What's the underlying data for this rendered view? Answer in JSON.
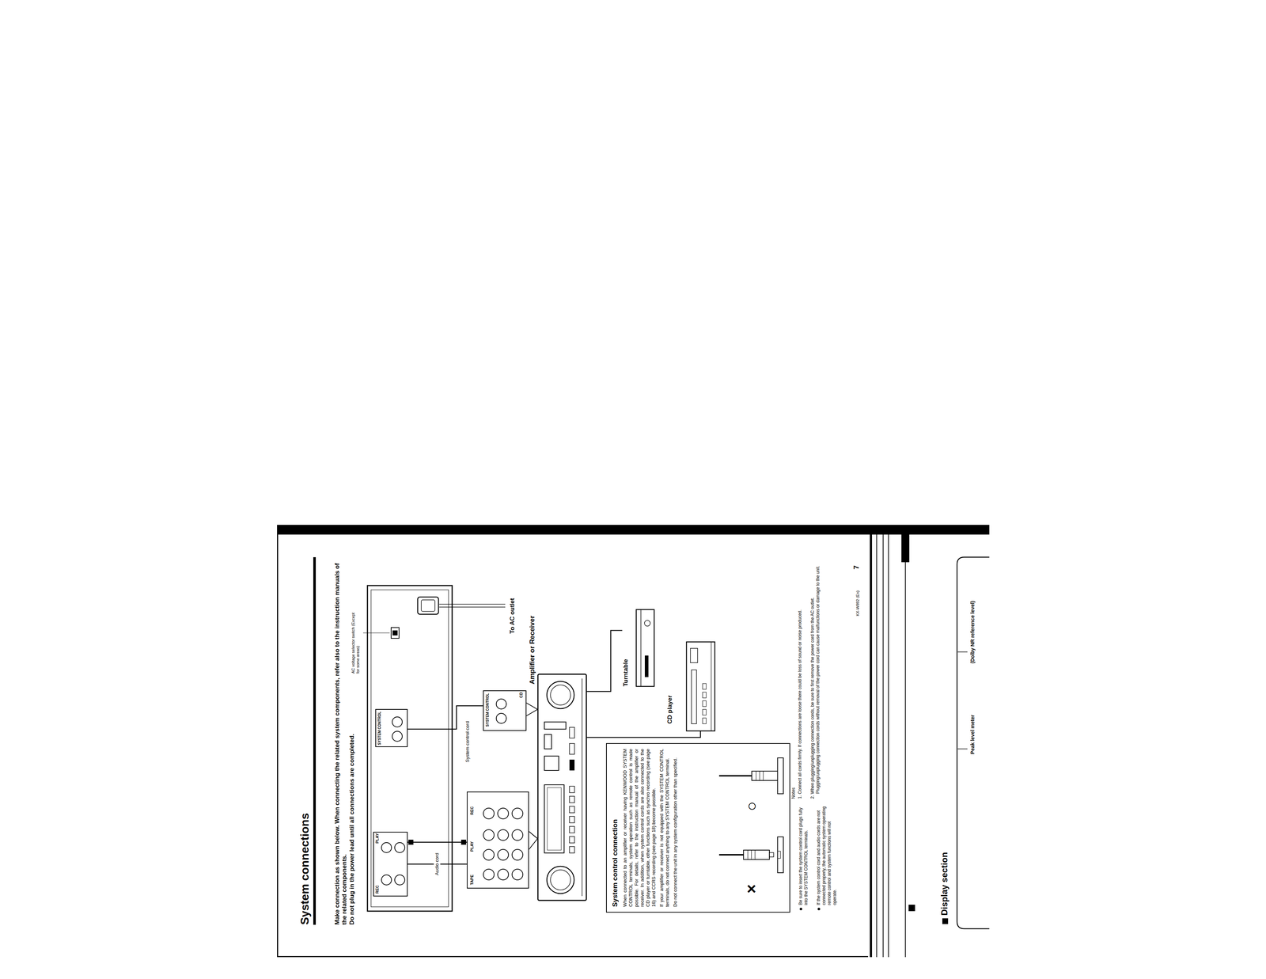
{
  "diagram": {
    "title": "System connections",
    "nodes": [
      {
        "text": [
          "REC",
          "PLAY"
        ]
      },
      {
        "text": [
          "SYSTEM CONTROL"
        ]
      },
      {
        "text": [
          "TAPE",
          "PLAY",
          "REC"
        ]
      },
      {
        "text": [
          "SYSTEM CONTROL",
          "CD"
        ]
      },
      {
        "text": [
          "Amplifier or Receiver"
        ]
      },
      {
        "text": [
          "Turntable"
        ]
      },
      {
        "text": [
          "CD player"
        ]
      },
      {
        "text": [
          "System control connection",
          "When connected to an amplifier or receiver having KENWOOD SYSTEM CONTROL terminals, system operation such as remote control is made possible. For details, refer to the instruction manual of the amplifier or receiver. In addition, when system control cords are also connected to the CD player or turntable, other functions such as synchro recording (see page 16) and CCRS recording (see page 18) become possible.",
          "If your amplifier or receiver is not equipped with the SYSTEM CONTROL terminals, do not connect anything to any SYSTEM CONTROL terminal.",
          "Do not connect the unit in any system configuration other than specified."
        ]
      }
    ],
    "edges": [
      {
        "from": 0,
        "to": 2,
        "label": "Audio cord",
        "arrow": "none"
      },
      {
        "from": 1,
        "to": 3,
        "label": "System control cord",
        "arrow": "none"
      },
      {
        "from": 4,
        "to": 5,
        "arrow": "none"
      },
      {
        "from": 4,
        "to": 6,
        "arrow": "none"
      }
    ],
    "labels": [
      "Make connection as shown below. When connecting the related system components, refer also to the instruction manuals of the related components.",
      "Do not plug in the power lead until all connections are completed.",
      "AC voltage selector switch (Except for some areas)",
      "To AC outlet",
      "×",
      "○",
      "Be sure to insert the system control cord plugs fully into the SYSTEM CONTROL terminals.",
      "If the system control cord and audio cords are not connected properly, the automatic system operating remote control and system functions will not operate.",
      "Notes",
      "1. Connect all cords firmly. If connections are loose there could be loss of sound or noise produced.",
      "2. When plugging/unplugging connection cords, be sure to first remove the power cord from the AC outlet. Plugging/unplugging connection cords without removal of the power cord can cause malfunctions or damage to the unit.",
      "KX-W892 (En)",
      "7",
      "Display section",
      "Peak level meter",
      "(Dolby NR reference level)"
    ]
  }
}
